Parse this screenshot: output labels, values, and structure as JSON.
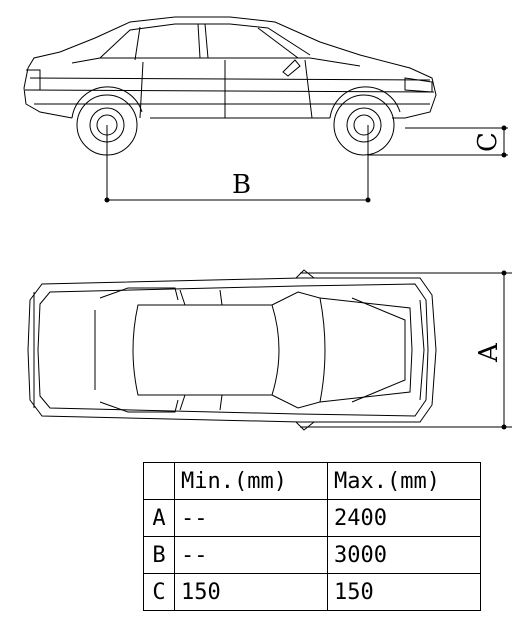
{
  "diagram": {
    "dimension_labels": {
      "a": "A",
      "b": "B",
      "c": "C"
    }
  },
  "table": {
    "headers": [
      "",
      "Min.(mm)",
      "Max.(mm)"
    ],
    "rows": [
      {
        "label": "A",
        "min": "--",
        "max": "2400"
      },
      {
        "label": "B",
        "min": "--",
        "max": "3000"
      },
      {
        "label": "C",
        "min": "150",
        "max": "150"
      }
    ]
  }
}
